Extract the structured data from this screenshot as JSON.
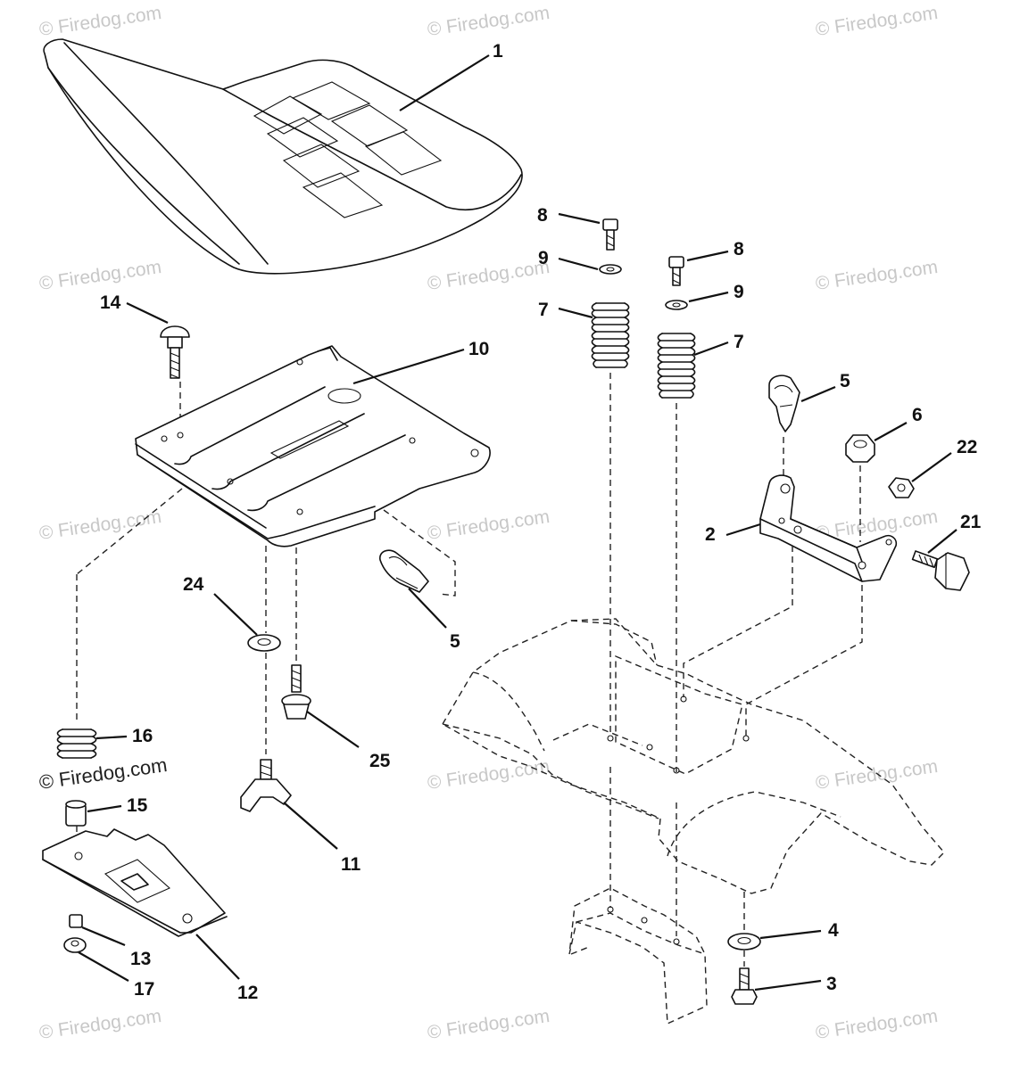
{
  "watermark": "© Firedog.com",
  "callouts": {
    "seat": "1",
    "bracket": "2",
    "bolt_3": "3",
    "washer_4": "4",
    "clip_upper": "5",
    "clip_lower": "5",
    "nut_6": "6",
    "spring_left": "7",
    "spring_right": "7",
    "screw_left": "8",
    "screw_right": "8",
    "washer_left": "9",
    "washer_right": "9",
    "seat_pan": "10",
    "knob": "11",
    "slide_plate": "12",
    "nut_13": "13",
    "carriage_bolt": "14",
    "bushing": "15",
    "spring_16": "16",
    "nut_17": "17",
    "bolt_21": "21",
    "nut_22": "22",
    "washer_24": "24",
    "shoulder_bolt": "25"
  }
}
